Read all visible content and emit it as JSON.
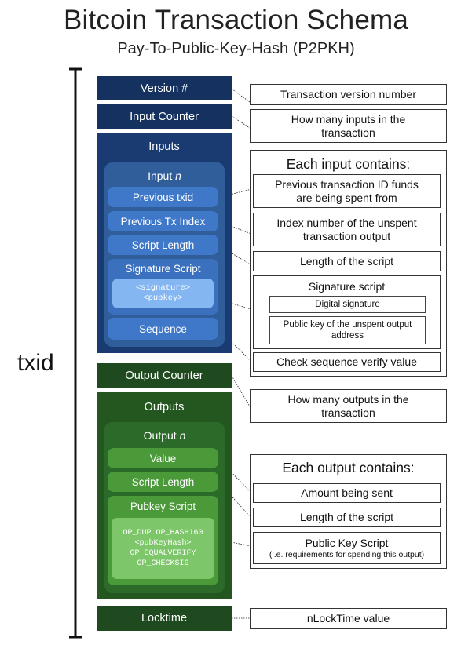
{
  "title": "Bitcoin Transaction Schema",
  "subtitle": "Pay-To-Public-Key-Hash (P2PKH)",
  "txid_label": "txid",
  "blocks": {
    "version": "Version #",
    "input_counter": "Input Counter",
    "inputs": "Inputs",
    "input_n_prefix": "Input ",
    "input_n_var": "n",
    "previous_txid": "Previous txid",
    "previous_tx_index": "Previous Tx Index",
    "script_length_in": "Script Length",
    "signature_script": "Signature Script",
    "sig_code_line1": "<signature>",
    "sig_code_line2": "<pubkey>",
    "sequence": "Sequence",
    "output_counter": "Output Counter",
    "outputs": "Outputs",
    "output_n_prefix": "Output ",
    "output_n_var": "n",
    "value": "Value",
    "script_length_out": "Script Length",
    "pubkey_script": "Pubkey Script",
    "pk_code_line1": "OP_DUP OP_HASH160",
    "pk_code_line2": "<pubKeyHash>",
    "pk_code_line3": "OP_EQUALVERIFY",
    "pk_code_line4": "OP_CHECKSIG",
    "locktime": "Locktime"
  },
  "descriptions": {
    "version": "Transaction version number",
    "input_counter_line1": "How many inputs in the",
    "input_counter_line2": "transaction",
    "each_input": "Each input contains:",
    "previous_txid_line1": "Previous transaction ID funds",
    "previous_txid_line2": "are being spent from",
    "index_line1": "Index number of the unspent",
    "index_line2": "transaction output",
    "script_length_in": "Length of the script",
    "signature_script": "Signature script",
    "digital_signature": "Digital signature",
    "public_key_line1": "Public key of the unspent output",
    "public_key_line2": "address",
    "sequence": "Check sequence verify value",
    "output_counter_line1": "How many outputs in the",
    "output_counter_line2": "transaction",
    "each_output": "Each output contains:",
    "amount": "Amount being sent",
    "script_length_out": "Length of the script",
    "pubkey_script": "Public Key Script",
    "pubkey_script_note": "(i.e. requirements for spending this output)",
    "locktime": "nLockTime value"
  }
}
